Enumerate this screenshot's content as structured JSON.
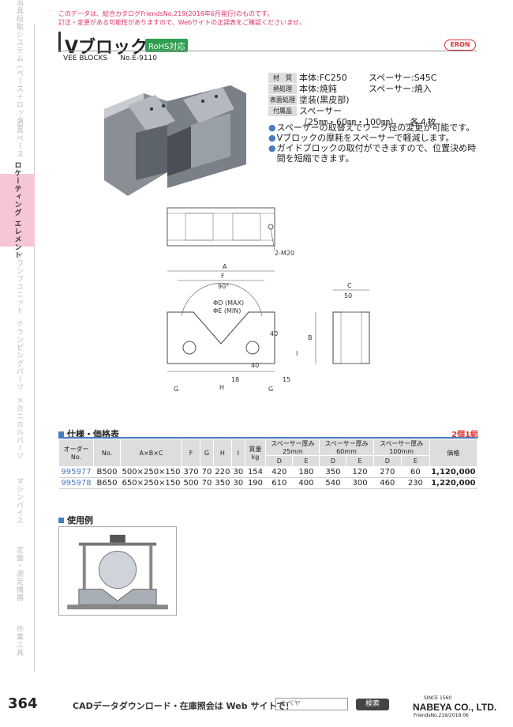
{
  "notice": [
    "このデータは、総合カタログFriendsNo.219(2018年6月発行)のものです。",
    "訂正・変更がある可能性がありますので、Webサイトの正誤表をご確認くださいませ。"
  ],
  "side_tabs": [
    {
      "label": "治具段取システム (ベース＋ロック)",
      "active": false
    },
    {
      "label": "治具ベース",
      "active": false
    },
    {
      "label": "ロケーティング エレメント",
      "active": true
    },
    {
      "label": "クランプユニット",
      "active": false
    },
    {
      "label": "クランピングパーツ",
      "active": false
    },
    {
      "label": "メカニカルパーツ",
      "active": false
    },
    {
      "label": "マシンバイス",
      "active": false
    },
    {
      "label": "定盤・測定機器",
      "active": false
    },
    {
      "label": "作業工具",
      "active": false
    }
  ],
  "header": {
    "title": "Vブロック",
    "rohs": "RoHS対応",
    "subtitle_en": "VEE BLOCKS",
    "catalog_no": "No.E-9110",
    "brand": "ERON"
  },
  "spec": {
    "rows": [
      {
        "label": "材　質",
        "v1": "本体:FC250",
        "v2": "スペーサー:S45C"
      },
      {
        "label": "熱処理",
        "v1": "本体:焼鈍",
        "v2": "スペーサー:焼入"
      },
      {
        "label": "表面処理",
        "v1": "塗装(黒皮部)",
        "v2": ""
      },
      {
        "label": "付属品",
        "v1": "スペーサー",
        "v2": ""
      }
    ],
    "accessory_note": "（25㎜・60㎜・100㎜）… 各４枚",
    "bullets": [
      "スペーサーの取替えでワーク径の変更が可能です。",
      "Vブロックの摩耗をスペーサーで軽減します。",
      "ガイドブロックの取付ができますので、位置決め時間を短縮できます。"
    ]
  },
  "drawing": {
    "labels": {
      "m20": "2-M20",
      "A": "A",
      "F": "F",
      "angle": "90°",
      "dmax": "ΦD (MAX)",
      "emin": "ΦE (MIN)",
      "c": "C",
      "c50": "50",
      "d40a": "40",
      "d40b": "40",
      "B": "B",
      "d18": "18",
      "H": "H",
      "G1": "G",
      "G2": "G",
      "I": "I",
      "d15": "15"
    }
  },
  "table": {
    "section_title": "仕様・価格表",
    "sets": "2個1組",
    "headers": {
      "order": "オーダー No.",
      "no": "No.",
      "axbxc": "A×B×C",
      "f": "F",
      "g": "G",
      "h": "H",
      "i": "I",
      "mass": "質量 kg",
      "sp25": "スペーサー厚み 25mm",
      "sp60": "スペーサー厚み 60mm",
      "sp100": "スペーサー厚み 100mm",
      "d": "D",
      "e": "E",
      "price": "価格"
    },
    "rows": [
      {
        "order": "995977",
        "no": "B500",
        "axbxc": "500×250×150",
        "f": "370",
        "g": "70",
        "h": "220",
        "i": "30",
        "mass": "154",
        "d25": "420",
        "e25": "180",
        "d60": "350",
        "e60": "120",
        "d100": "270",
        "e100": "60",
        "price": "1,120,000"
      },
      {
        "order": "995978",
        "no": "B650",
        "axbxc": "650×250×150",
        "f": "500",
        "g": "70",
        "h": "350",
        "i": "30",
        "mass": "190",
        "d25": "610",
        "e25": "400",
        "d60": "540",
        "e60": "300",
        "d100": "460",
        "e100": "230",
        "price": "1,220,000"
      }
    ]
  },
  "example": {
    "section_title": "使用例"
  },
  "footer": {
    "page": "364",
    "cad": "CADデータダウンロード・在庫照会は Web サイトで！",
    "search_placeholder": "ナベヤ",
    "search_button": "検索",
    "since": "SINCE 1560",
    "company": "NABEYA CO., LTD.",
    "friends": "FriendsNo.219/2018.06"
  }
}
